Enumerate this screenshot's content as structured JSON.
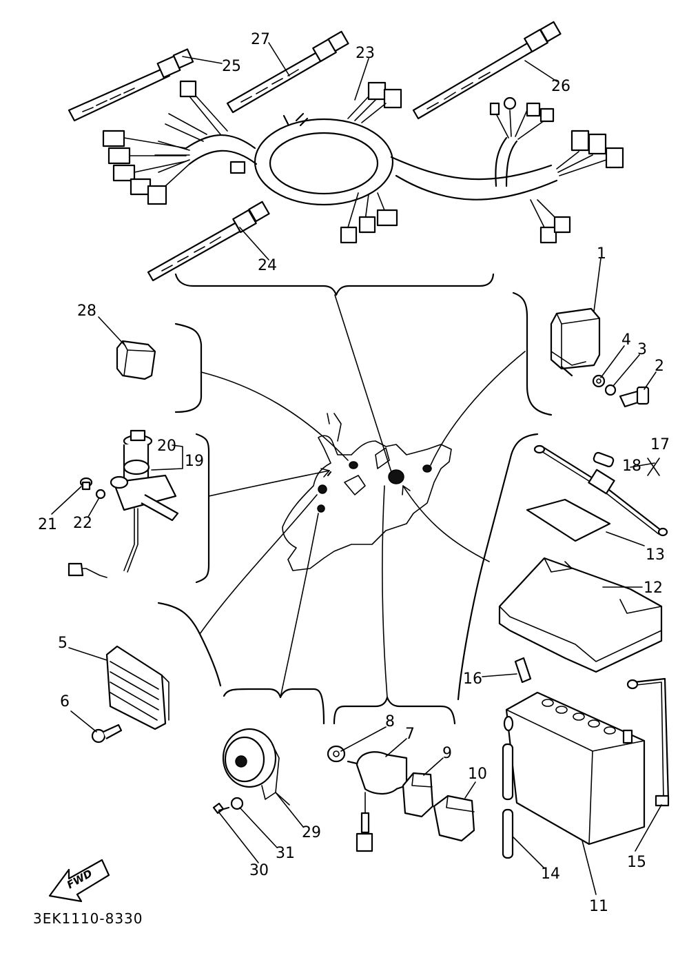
{
  "diagram": {
    "code": "3EK1110-8330",
    "fwd_label": "FWD",
    "callouts": {
      "c1": "1",
      "c2": "2",
      "c3": "3",
      "c4": "4",
      "c5": "5",
      "c6": "6",
      "c7": "7",
      "c8": "8",
      "c9": "9",
      "c10": "10",
      "c11": "11",
      "c12": "12",
      "c13": "13",
      "c14": "14",
      "c15": "15",
      "c16": "16",
      "c17": "17",
      "c18": "18",
      "c19": "19",
      "c20": "20",
      "c21": "21",
      "c22": "22",
      "c23": "23",
      "c24": "24",
      "c25": "25",
      "c26": "26",
      "c27": "27",
      "c28": "28",
      "c29": "29",
      "c30": "30",
      "c31": "31"
    }
  }
}
